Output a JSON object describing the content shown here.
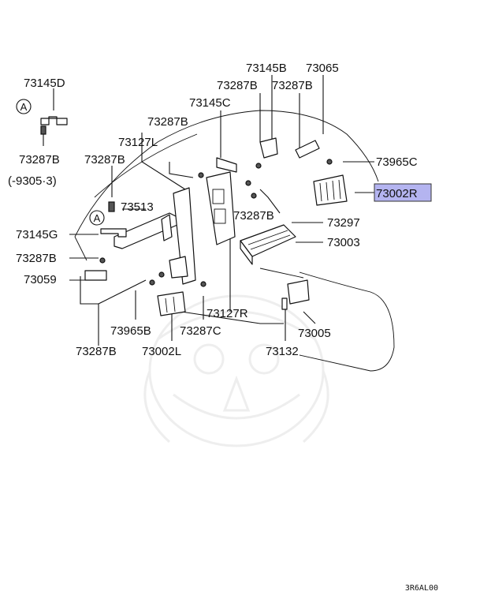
{
  "diagram": {
    "part_labels": {
      "p73145D": "73145D",
      "p73287B_a": "73287B",
      "range": "(-9305·3)",
      "p73287B_b": "73287B",
      "p73145G": "73145G",
      "p73287B_c": "73287B",
      "p73059": "73059",
      "p73287B_d": "73287B",
      "p73513": "73513",
      "p73127L": "73127L",
      "p73287B_e": "73287B",
      "p73145C": "73145C",
      "p73287B_f": "73287B",
      "p73145B": "73145B",
      "p73065": "73065",
      "p73287B_g": "73287B",
      "p73965C": "73965C",
      "p73002R": "73002R",
      "p73297": "73297",
      "p73287B_h": "73287B",
      "p73003": "73003",
      "p73127R": "73127R",
      "p73965B": "73965B",
      "p73287C": "73287C",
      "p73002L": "73002L",
      "p73132": "73132",
      "p73005": "73005"
    },
    "reference_markers": {
      "marker_1": "A",
      "marker_2": "A"
    },
    "highlighted_part": "73002R",
    "highlight_color": "#b4b4f0",
    "figure_code": "3R6AL00"
  }
}
